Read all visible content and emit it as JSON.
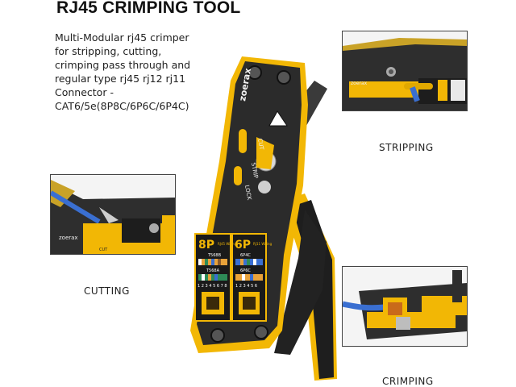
{
  "title": "RJ45 CRIMPING TOOL",
  "description": [
    "Multi-Modular rj45 crimper",
    "for stripping, cutting,",
    "crimping pass through and",
    "regular type rj45 rj12 rj11",
    "Connector -",
    "CAT6/5e(8P8C/6P6C/6P4C)"
  ],
  "captions": {
    "stripping": "STRIPPING",
    "cutting": "CUTTING",
    "crimping": "CRIMPING"
  },
  "tool_labels": {
    "brand": "zoerax",
    "cut": "CUT",
    "strip": "STRIP",
    "lock": "LOCK",
    "port_8p": "8P",
    "port_6p": "6P",
    "rj45_wiring": "RJ45 Wiring",
    "rj11_wiring": "RJ11 Wiring",
    "t568b": "T568B",
    "t568a": "T568A",
    "p6c": "6P4C",
    "p6c2": "6P6C",
    "pins_8": "1 2 3 4 5 6 7 8",
    "pins_6": "1 2 3 4 5 6"
  },
  "colors": {
    "accent_yellow": "#f2b705",
    "body_dark": "#2b2b2b",
    "cable_blue": "#3a6fd1"
  }
}
